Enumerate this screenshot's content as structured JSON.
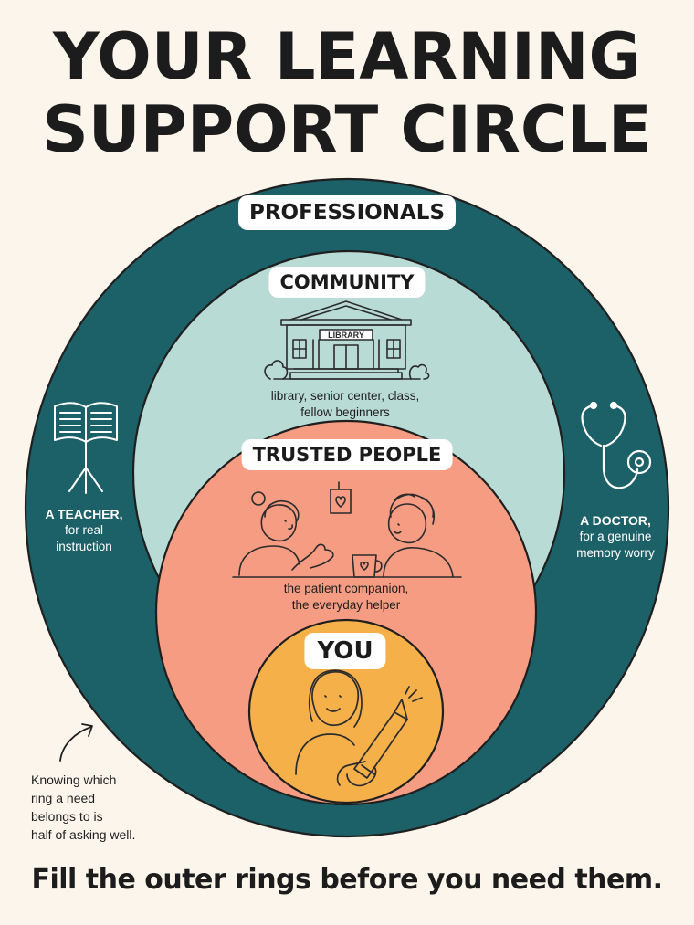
{
  "title": {
    "line1": "YOUR LEARNING",
    "line2": "SUPPORT CIRCLE"
  },
  "rings": [
    {
      "id": "professionals",
      "label": "PROFESSIONALS",
      "color": "#1c6068",
      "items": [
        {
          "head": "A TEACHER,",
          "lines": [
            "for real",
            "instruction"
          ],
          "icon": "book-on-stand-icon"
        },
        {
          "head": "A DOCTOR,",
          "lines": [
            "for a genuine",
            "memory worry"
          ],
          "icon": "stethoscope-icon"
        }
      ]
    },
    {
      "id": "community",
      "label": "COMMUNITY",
      "color": "#b9dbd6",
      "icon": "library-building-icon",
      "sign": "LIBRARY",
      "caption": [
        "library, senior center, class,",
        "fellow beginners"
      ]
    },
    {
      "id": "trusted-people",
      "label": "TRUSTED PEOPLE",
      "color": "#f59c82",
      "icon": "two-people-talking-icon",
      "caption": [
        "the patient companion,",
        "the everyday helper"
      ]
    },
    {
      "id": "you",
      "label": "YOU",
      "color": "#f5b04a",
      "icon": "person-holding-pencil-icon"
    }
  ],
  "note": {
    "lines": [
      "Knowing which",
      "ring a need",
      "belongs to is",
      "half of asking well."
    ],
    "icon": "curved-arrow-icon"
  },
  "footer": "Fill the outer rings before you need them."
}
